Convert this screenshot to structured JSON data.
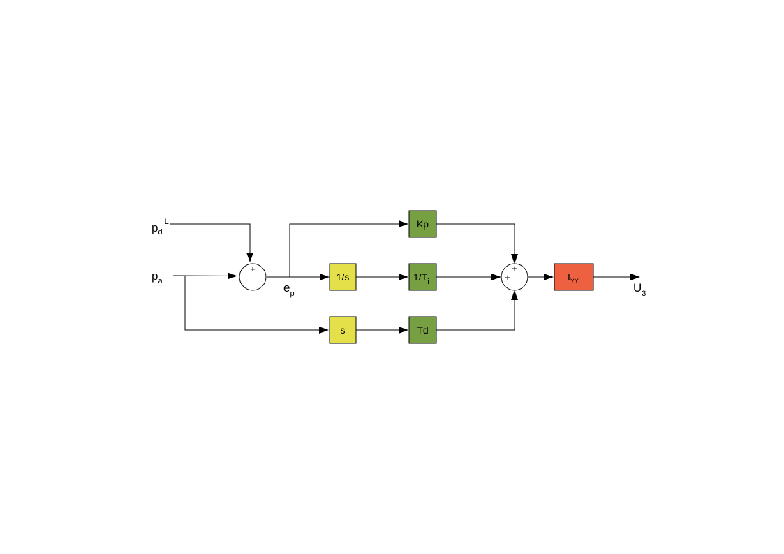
{
  "signals": {
    "pd": {
      "main": "p",
      "sub": "d",
      "sup": "L"
    },
    "pa": {
      "main": "p",
      "sub": "a"
    },
    "ep": {
      "main": "e",
      "sub": "p"
    },
    "u3": {
      "main": "U",
      "sub": "3"
    }
  },
  "summers": {
    "left": {
      "top_sign": "+",
      "left_sign": "-"
    },
    "right": {
      "top_sign": "+",
      "left_sign": "+",
      "bottom_sign": "-"
    }
  },
  "blocks": {
    "kp": {
      "label": "Kp",
      "color": "#77a042"
    },
    "integrator": {
      "label": "1/s",
      "color": "#e3e04a"
    },
    "inv_ti": {
      "main": "1/T",
      "sub": "i",
      "color": "#77a042"
    },
    "derivative": {
      "label": "s",
      "color": "#e3e04a"
    },
    "td": {
      "label": "Td",
      "color": "#77a042"
    },
    "iyy": {
      "main": "I",
      "sub": "YY",
      "color": "#ee6140"
    }
  }
}
